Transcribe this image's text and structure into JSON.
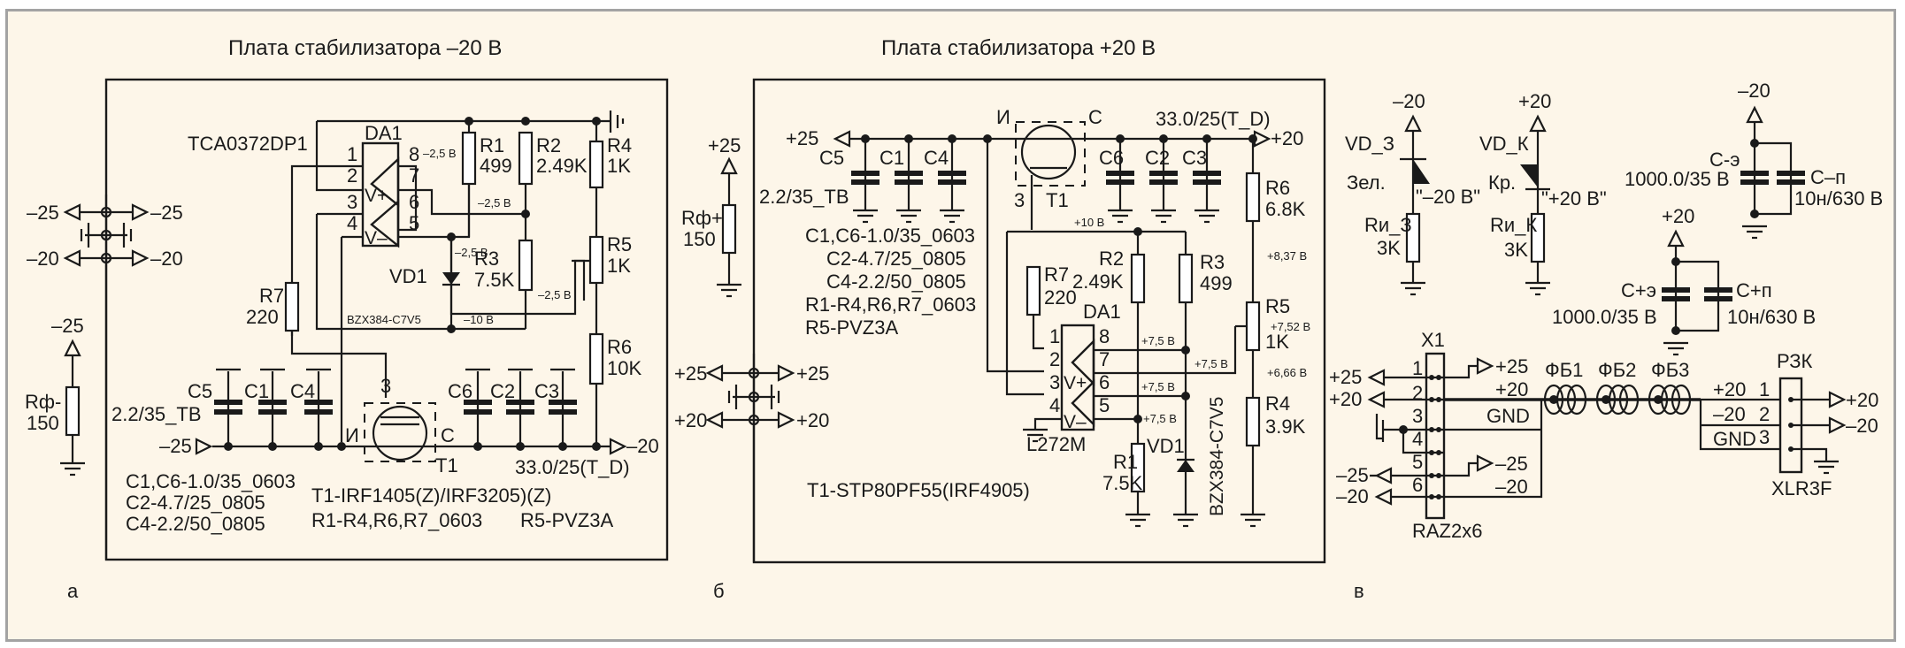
{
  "figure": {
    "background_color": "#fdf6e9",
    "border_color": "#a3a3a3",
    "line_color": "#1a1a1a"
  },
  "panel_a": {
    "title": "Плата стабилизатора  –20 В",
    "label": "а",
    "ic_part": "TCA0372DP1",
    "ic_ref": "DA1",
    "pins": [
      "1",
      "2",
      "3",
      "4",
      "5",
      "6",
      "7",
      "8"
    ],
    "opamp_vplus": "V+",
    "opamp_vminus": "V–",
    "pin8_voltage": "–2,5 В",
    "node_voltages": [
      "–2,5 В",
      "–2,5 В",
      "–2,5 В",
      "–10 В"
    ],
    "resistors": {
      "r1": {
        "ref": "R1",
        "value": "499"
      },
      "r2": {
        "ref": "R2",
        "value": "2.49K"
      },
      "r3": {
        "ref": "R3",
        "value": "7.5K"
      },
      "r4": {
        "ref": "R4",
        "value": "1K"
      },
      "r5": {
        "ref": "R5",
        "value": "1K"
      },
      "r6": {
        "ref": "R6",
        "value": "10K"
      },
      "r7": {
        "ref": "R7",
        "value": "220"
      }
    },
    "zener": {
      "ref": "VD1",
      "part": "BZX384-C7V5"
    },
    "caps": {
      "c5": "C5",
      "c1": "C1",
      "c4": "C4",
      "c6": "C6",
      "c2": "C2",
      "c3": "C3"
    },
    "c5_value": "2.2/35_TB",
    "c3_value": "33.0/25(T_D)",
    "transistor": {
      "ref": "T1",
      "gate_pin": "3",
      "source": "И",
      "drain": "С"
    },
    "input_rail": "–25",
    "output_rail": "–20",
    "connector_labels": [
      "–25",
      "–25",
      "–20",
      "–20"
    ],
    "filter_res": {
      "ref": "Rф-",
      "value": "150",
      "rail": "–25"
    },
    "notes_left": [
      "C1,C6-1.0/35_0603",
      "C2-4.7/25_0805",
      "C4-2.2/50_0805"
    ],
    "notes_right": [
      "T1-IRF1405(Z)/IRF3205)(Z)",
      "R1-R4,R6,R7_0603",
      "R5-PVZ3A"
    ]
  },
  "panel_b": {
    "title": "Плата стабилизатора  +20 В",
    "label": "б",
    "ic_ref": "DA1",
    "ic_part": "L272M",
    "pins": [
      "1",
      "2",
      "3",
      "4",
      "5",
      "6",
      "7",
      "8"
    ],
    "opamp_vplus": "V+",
    "opamp_vminus": "V–",
    "node_voltages": {
      "plus10": "+10 В",
      "pin8": "+7,5 В",
      "pin7": "+7,5 В",
      "pin6": "+7,5 В",
      "pin5": "+7,5 В",
      "r6_r5": "+8,37 В",
      "wiper": "+7,52 В",
      "r5_r4": "+6,66 В"
    },
    "resistors": {
      "r1": {
        "ref": "R1",
        "value": "7.5K"
      },
      "r2": {
        "ref": "R2",
        "value": "2.49K"
      },
      "r3": {
        "ref": "R3",
        "value": "499"
      },
      "r4": {
        "ref": "R4",
        "value": "3.9K"
      },
      "r5": {
        "ref": "R5",
        "value": "1K"
      },
      "r6": {
        "ref": "R6",
        "value": "6.8K"
      },
      "r7": {
        "ref": "R7",
        "value": "220"
      }
    },
    "zener": {
      "ref": "VD1",
      "part": "BZX384-C7V5"
    },
    "caps": {
      "c5": "C5",
      "c1": "C1",
      "c4": "C4",
      "c6": "C6",
      "c2": "C2",
      "c3": "C3"
    },
    "c5_value": "2.2/35_TB",
    "c3_value": "33.0/25(T_D)",
    "transistor": {
      "ref": "T1",
      "gate_pin": "3",
      "source": "И",
      "drain": "С"
    },
    "input_rail": "+25",
    "output_rail": "+20",
    "connector_labels": [
      "+25",
      "+25",
      "+20",
      "+20"
    ],
    "filter_res": {
      "ref": "Rф+",
      "value": "150",
      "rail": "+25"
    },
    "notes": [
      "C1,C6-1.0/35_0603",
      "C2-4.7/25_0805",
      "C4-2.2/50_0805",
      "R1-R4,R6,R7_0603",
      "R5-PVZ3A"
    ],
    "transistor_note": "T1-STP80PF55(IRF4905)"
  },
  "panel_c": {
    "label": "в",
    "led_green": {
      "rail": "–20",
      "ref": "VD_З",
      "color": "Зел.",
      "caption": "\"–20 В\"",
      "res_ref": "Rи_З",
      "res_value": "3K"
    },
    "led_red": {
      "rail": "+20",
      "ref": "VD_К",
      "color": "Кр.",
      "caption": "\"+20 В\"",
      "res_ref": "Rи_К",
      "res_value": "3K"
    },
    "cap_neg": {
      "rail": "–20",
      "elec_ref": "С-э",
      "elec_value": "1000.0/35 В",
      "film_ref": "С–п",
      "film_value": "10н/630 В"
    },
    "cap_pos": {
      "rail": "+20",
      "elec_ref": "С+э",
      "elec_value": "1000.0/35 В",
      "film_ref": "С+п",
      "film_value": "10н/630 В"
    },
    "x1": {
      "ref": "X1",
      "part": "RAZ2x6",
      "pins": [
        "1",
        "2",
        "3",
        "4",
        "5",
        "6"
      ],
      "left_labels": [
        "+25",
        "+20",
        "–25",
        "–20"
      ],
      "right_labels": [
        "+25",
        "+20",
        "GND",
        "–25",
        "–20"
      ]
    },
    "ferrites": [
      "ФБ1",
      "ФБ2",
      "ФБ3"
    ],
    "xlr": {
      "ref": "РЗК",
      "part": "XLR3F",
      "pins": [
        "1",
        "2",
        "3"
      ],
      "pin_labels": [
        "+20",
        "–20",
        "GND"
      ],
      "outputs": [
        "+20",
        "–20"
      ]
    }
  }
}
